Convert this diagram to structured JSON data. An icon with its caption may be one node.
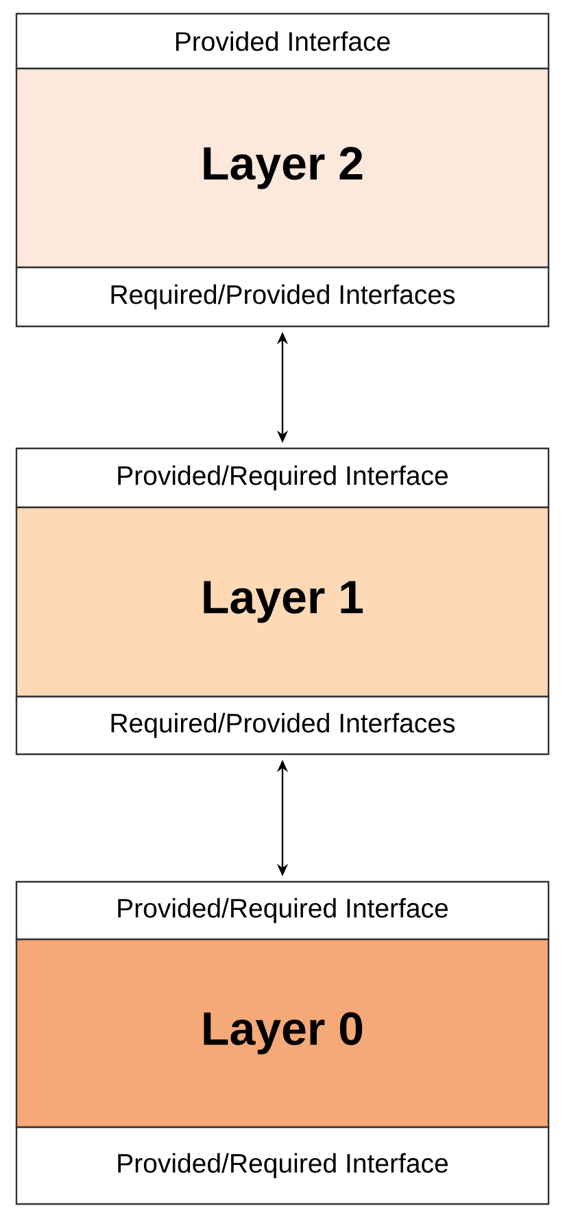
{
  "diagram": {
    "nodes": [
      {
        "text": [
          "Provided Interface"
        ]
      },
      {
        "text": [
          "Layer 2"
        ]
      },
      {
        "text": [
          "Required/Provided Interfaces"
        ]
      },
      {
        "text": [
          "Provided/Required Interface"
        ]
      },
      {
        "text": [
          "Layer 1"
        ]
      },
      {
        "text": [
          "Required/Provided Interfaces"
        ]
      },
      {
        "text": [
          "Provided/Required Interface"
        ]
      },
      {
        "text": [
          "Layer 0"
        ]
      },
      {
        "text": [
          "Provided/Required Interface"
        ]
      }
    ],
    "edges": [
      {
        "from": 2,
        "to": 3,
        "arrow": "both"
      },
      {
        "from": 5,
        "to": 6,
        "arrow": "both"
      }
    ]
  }
}
